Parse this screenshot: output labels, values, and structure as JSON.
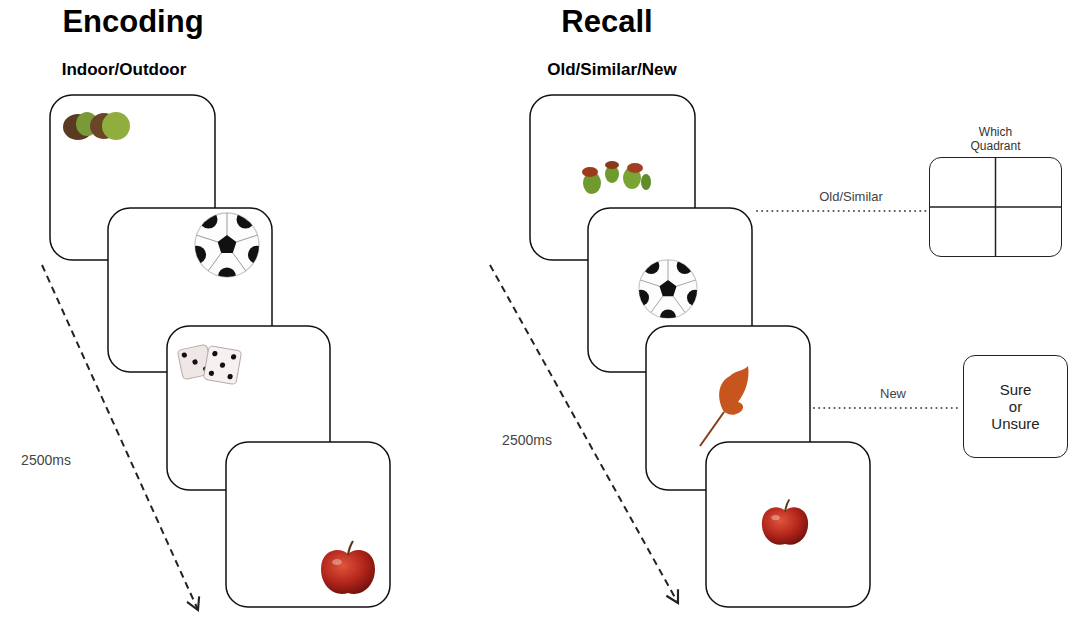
{
  "diagram": {
    "nodes": [
      {
        "text": [
          "Which Quadrant"
        ]
      },
      {
        "text": [
          "Sure or Unsure"
        ]
      }
    ],
    "labels": [
      "Encoding",
      "Indoor/Outdoor",
      "2500ms",
      "Recall",
      "Old/Similar/New",
      "2500ms",
      "Old/Similar",
      "New"
    ]
  }
}
